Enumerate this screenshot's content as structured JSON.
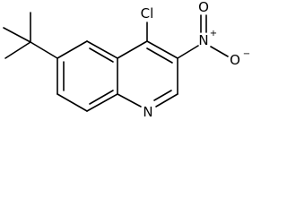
{
  "molecule": {
    "atoms": {
      "chlorine": "Cl",
      "nitro_nitrogen": "N",
      "nitro_nitrogen_charge": "+",
      "nitro_oxygen_double": "O",
      "nitro_oxygen_single": "O",
      "nitro_oxygen_charge": "−",
      "ring_nitrogen": "N"
    }
  }
}
